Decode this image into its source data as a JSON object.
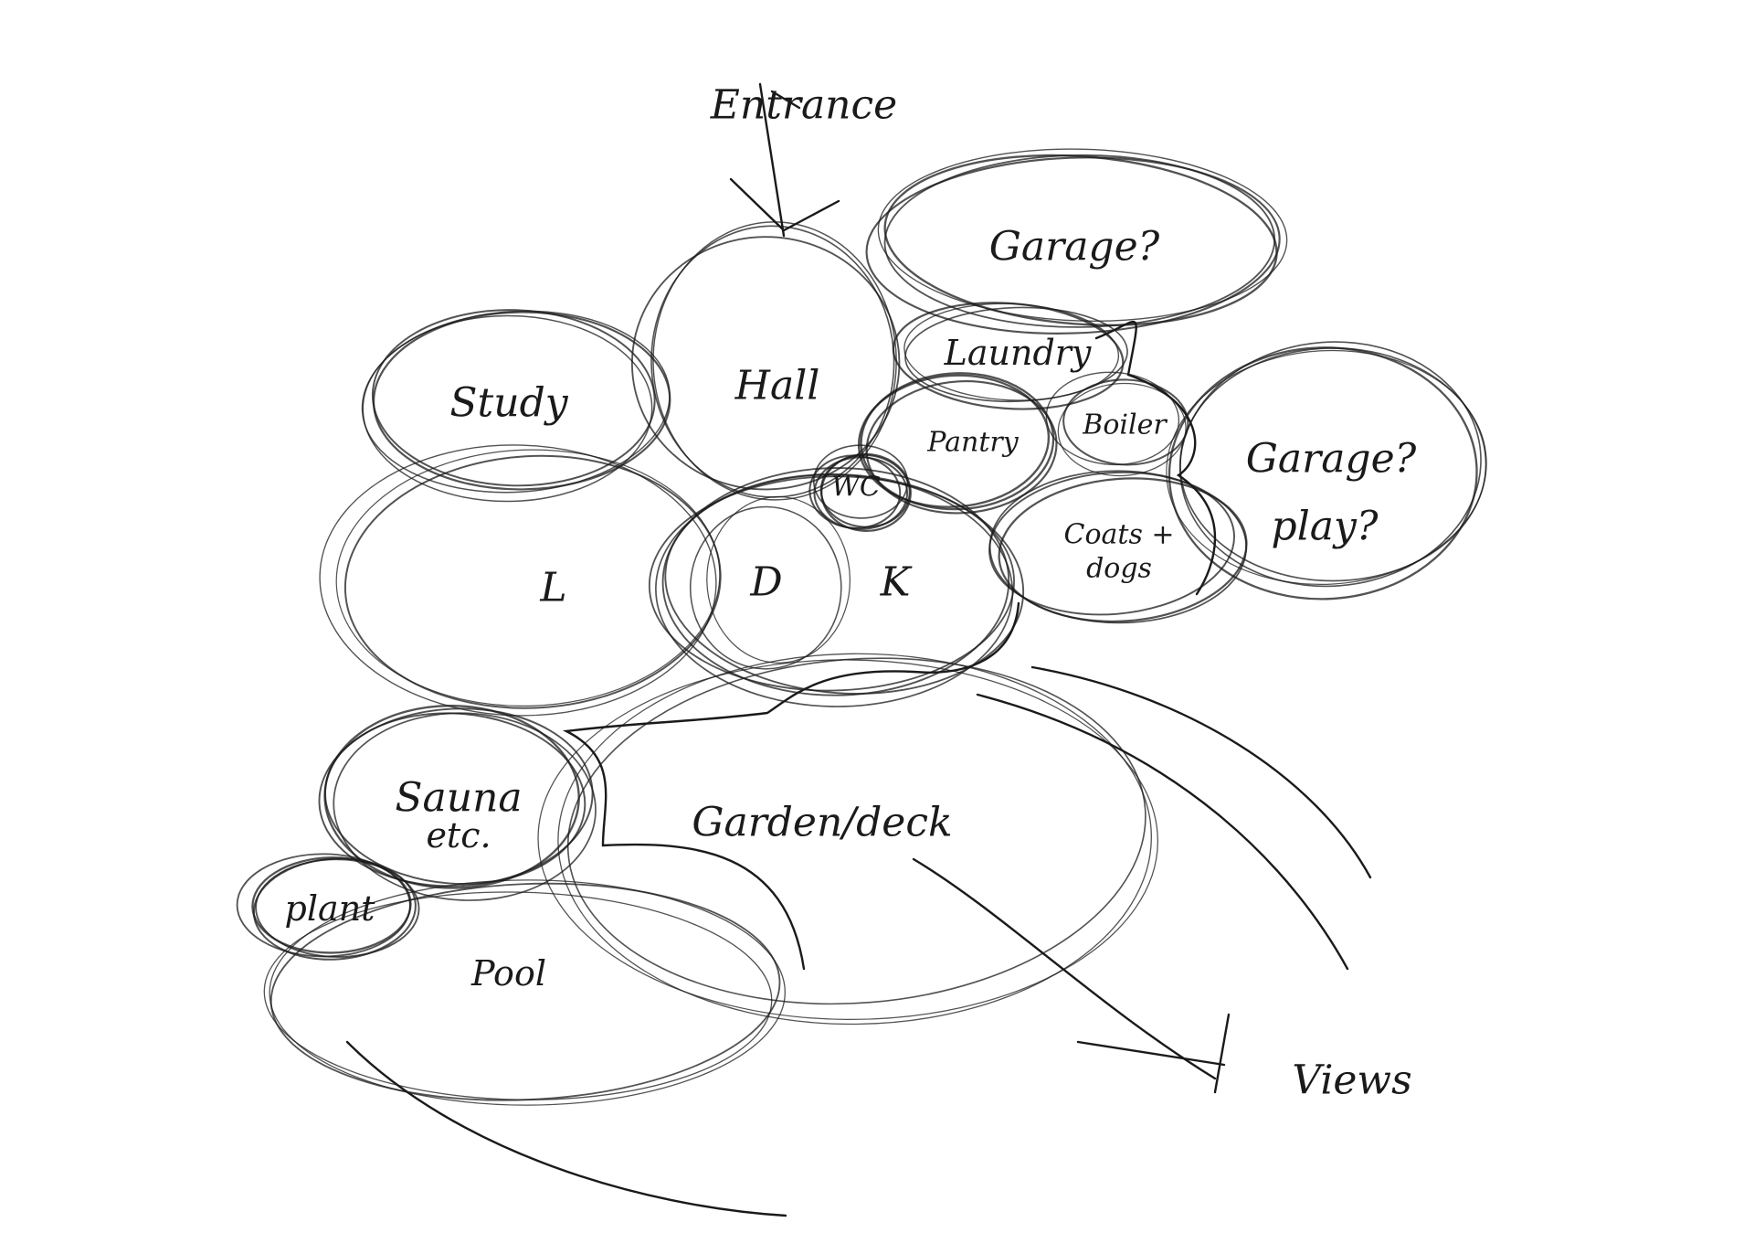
{
  "diagram": {
    "ink_color": "#1a1a1a",
    "labels": {
      "entrance": "Entrance",
      "garage_top": "Garage?",
      "laundry": "Laundry",
      "hall": "Hall",
      "study": "Study",
      "pantry": "Pantry",
      "boiler": "Boiler",
      "garage_play_1": "Garage?",
      "garage_play_2": "play?",
      "wc": "WC",
      "coats_1": "Coats +",
      "coats_2": "dogs",
      "living": "L",
      "dining": "D",
      "kitchen": "K",
      "sauna_1": "Sauna",
      "sauna_2": "etc.",
      "plant": "plant",
      "garden": "Garden/deck",
      "pool": "Pool",
      "views": "Views"
    }
  }
}
